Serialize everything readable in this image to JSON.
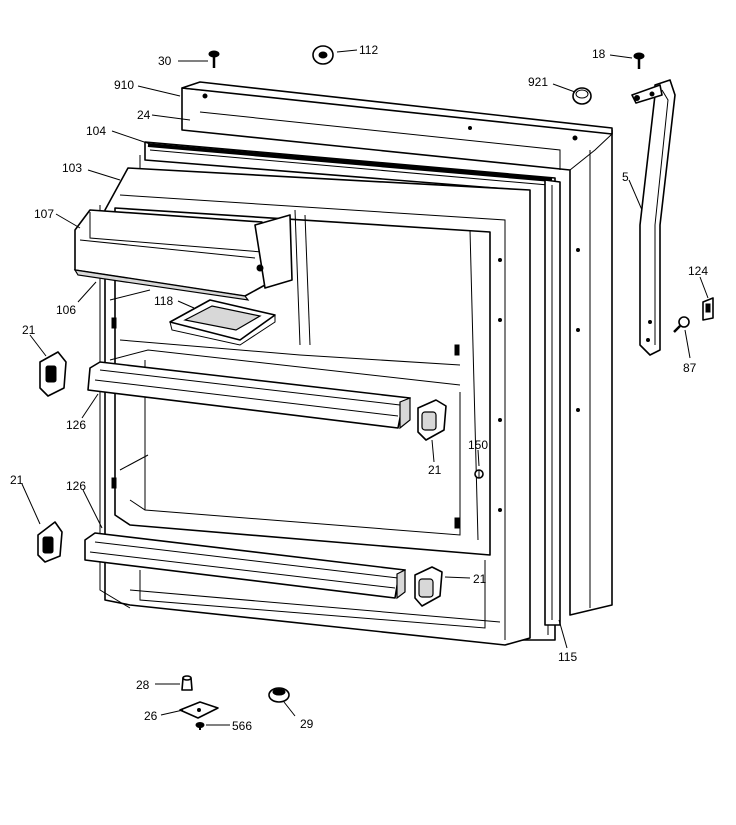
{
  "callouts": [
    {
      "id": "c30",
      "label": "30"
    },
    {
      "id": "c112",
      "label": "112"
    },
    {
      "id": "c18",
      "label": "18"
    },
    {
      "id": "c910",
      "label": "910"
    },
    {
      "id": "c921",
      "label": "921"
    },
    {
      "id": "c24",
      "label": "24"
    },
    {
      "id": "c104",
      "label": "104"
    },
    {
      "id": "c103",
      "label": "103"
    },
    {
      "id": "c5",
      "label": "5"
    },
    {
      "id": "c107",
      "label": "107"
    },
    {
      "id": "c124",
      "label": "124"
    },
    {
      "id": "c106",
      "label": "106"
    },
    {
      "id": "c118",
      "label": "118"
    },
    {
      "id": "c21a",
      "label": "21"
    },
    {
      "id": "c87",
      "label": "87"
    },
    {
      "id": "c126a",
      "label": "126"
    },
    {
      "id": "c150",
      "label": "150"
    },
    {
      "id": "c21b",
      "label": "21"
    },
    {
      "id": "c21c",
      "label": "21"
    },
    {
      "id": "c126b",
      "label": "126"
    },
    {
      "id": "c21d",
      "label": "21"
    },
    {
      "id": "c115",
      "label": "115"
    },
    {
      "id": "c28",
      "label": "28"
    },
    {
      "id": "c26",
      "label": "26"
    },
    {
      "id": "c566",
      "label": "566"
    },
    {
      "id": "c29",
      "label": "29"
    }
  ]
}
